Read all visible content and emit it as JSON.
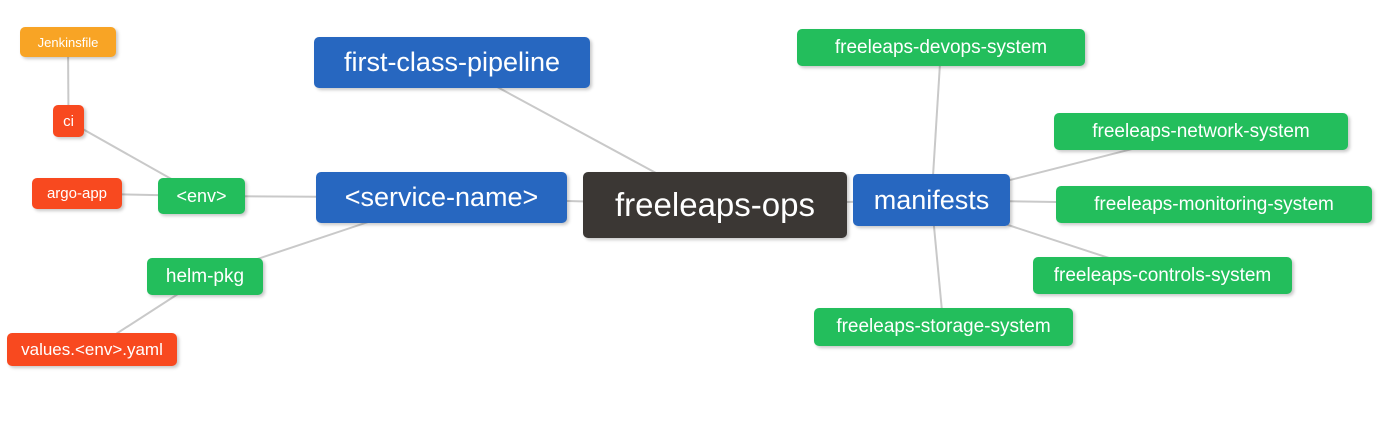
{
  "diagram": {
    "type": "mindmap",
    "root_label": "freeleaps-ops",
    "colors": {
      "blue": "#2767c0",
      "green": "#23be5c",
      "orange": "#f8a425",
      "red": "#f8491f",
      "dark": "#3b3734",
      "edge": "#c9c9c9",
      "background": "#ffffff",
      "node_text": "#ffffff"
    },
    "nodes": [
      {
        "id": "jenkinsfile",
        "label": "Jenkinsfile",
        "color": "orange"
      },
      {
        "id": "ci",
        "label": "ci",
        "color": "red"
      },
      {
        "id": "argo-app",
        "label": "argo-app",
        "color": "red"
      },
      {
        "id": "env",
        "label": "<env>",
        "color": "green"
      },
      {
        "id": "helm-pkg",
        "label": "helm-pkg",
        "color": "green"
      },
      {
        "id": "values-env-yaml",
        "label": "values.<env>.yaml",
        "color": "red"
      },
      {
        "id": "first-class-pipeline",
        "label": "first-class-pipeline",
        "color": "blue"
      },
      {
        "id": "service-name",
        "label": "<service-name>",
        "color": "blue"
      },
      {
        "id": "freeleaps-ops",
        "label": "freeleaps-ops",
        "color": "dark"
      },
      {
        "id": "manifests",
        "label": "manifests",
        "color": "blue"
      },
      {
        "id": "freeleaps-devops-system",
        "label": "freeleaps-devops-system",
        "color": "green"
      },
      {
        "id": "freeleaps-network-system",
        "label": "freeleaps-network-system",
        "color": "green"
      },
      {
        "id": "freeleaps-monitoring-system",
        "label": "freeleaps-monitoring-system",
        "color": "green"
      },
      {
        "id": "freeleaps-controls-system",
        "label": "freeleaps-controls-system",
        "color": "green"
      },
      {
        "id": "freeleaps-storage-system",
        "label": "freeleaps-storage-system",
        "color": "green"
      }
    ],
    "edges": [
      [
        "jenkinsfile",
        "ci"
      ],
      [
        "ci",
        "env"
      ],
      [
        "argo-app",
        "env"
      ],
      [
        "env",
        "service-name"
      ],
      [
        "helm-pkg",
        "service-name"
      ],
      [
        "values-env-yaml",
        "helm-pkg"
      ],
      [
        "first-class-pipeline",
        "freeleaps-ops"
      ],
      [
        "service-name",
        "freeleaps-ops"
      ],
      [
        "freeleaps-ops",
        "manifests"
      ],
      [
        "manifests",
        "freeleaps-devops-system"
      ],
      [
        "manifests",
        "freeleaps-network-system"
      ],
      [
        "manifests",
        "freeleaps-monitoring-system"
      ],
      [
        "manifests",
        "freeleaps-controls-system"
      ],
      [
        "manifests",
        "freeleaps-storage-system"
      ]
    ]
  }
}
